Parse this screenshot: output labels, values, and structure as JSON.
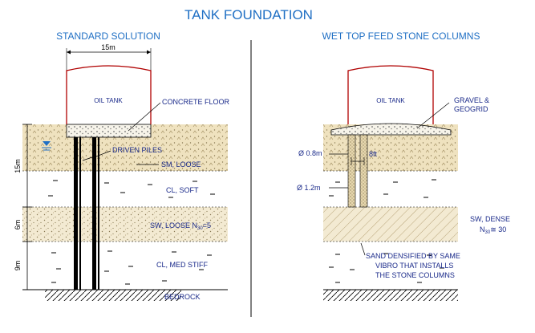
{
  "title": "TANK FOUNDATION",
  "colors": {
    "title": "#1f6fc4",
    "label": "#1a2a8a",
    "tank": "#b00000",
    "line": "#000000",
    "soil": "#f3ead2"
  },
  "left": {
    "heading": "STANDARD SOLUTION",
    "dimension": "15m",
    "tank_label": "OIL TANK",
    "labels": {
      "concrete_floor": "CONCRETE FLOOR",
      "driven_piles": "DRIVEN PILES",
      "sm_loose": "SM, LOOSE",
      "cl_soft": "CL, SOFT",
      "sw_loose": "SW, LOOSE  N",
      "sw_loose_sub": "30",
      "sw_loose_val": "=5",
      "cl_med_stiff": "CL, MED STIFF",
      "bedrock": "BEDROCK"
    },
    "depths": [
      "15m",
      "6m",
      "9m"
    ]
  },
  "right": {
    "heading": "WET TOP FEED STONE COLUMNS",
    "tank_label": "OIL TANK",
    "labels": {
      "gravel_1": "GRAVEL &",
      "gravel_2": "GEOGRID",
      "dia_08": "Ø 0.8m",
      "spacing": "8ft",
      "dia_12": "Ø 1.2m",
      "sw_dense": "SW, DENSE",
      "sw_dense_n": "N",
      "sw_dense_sub": "30",
      "sw_dense_val": "≅ 30",
      "sand_1": "SAND DENSIFIED BY SAME",
      "sand_2": "VIBRO THAT INSTALLS",
      "sand_3": "THE STONE COLUMNS"
    }
  }
}
